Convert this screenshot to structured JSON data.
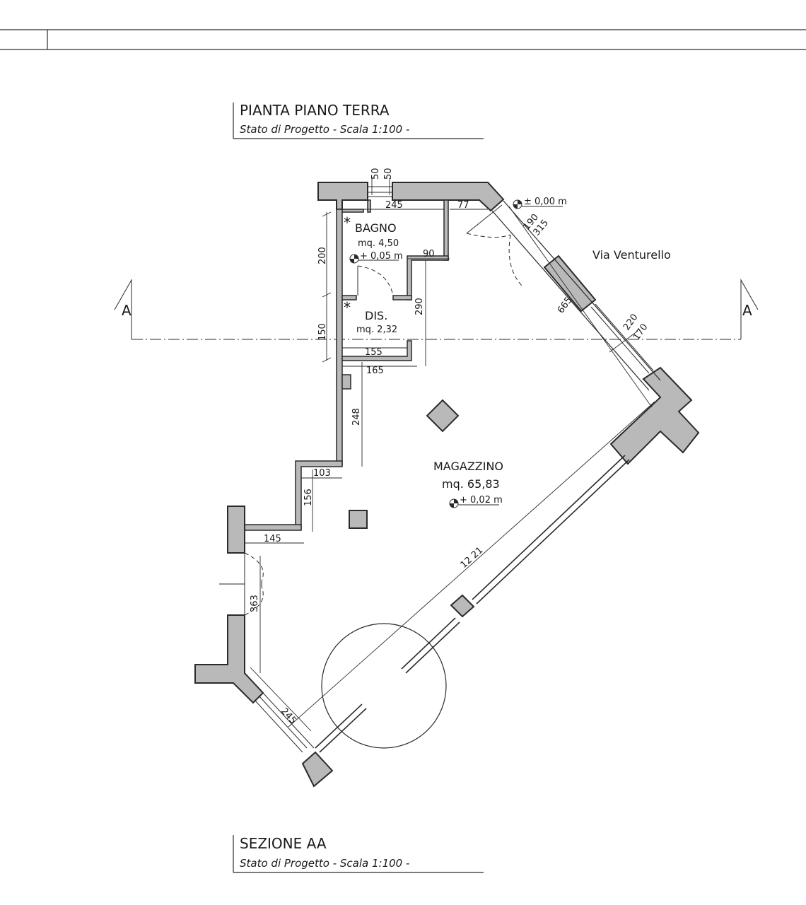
{
  "plan_title": {
    "title": "PIANTA PIANO TERRA",
    "subtitle": "Stato di Progetto - Scala 1:100 -"
  },
  "section_title": {
    "title": "SEZIONE AA",
    "subtitle": "Stato di Progetto - Scala 1:100 -"
  },
  "street_label": "Via Venturello",
  "section_marker_letter": "A",
  "rooms": {
    "bagno": {
      "name": "BAGNO",
      "area": "mq. 4,50",
      "level": "+ 0,05 m"
    },
    "dis": {
      "name": "DIS.",
      "area": "mq. 2,32"
    },
    "magazzino": {
      "name": "MAGAZZINO",
      "area": "mq. 65,83",
      "level": "+ 0,02 m"
    }
  },
  "entrance_level": "± 0,00 m",
  "dimensions": {
    "d_50a": "50",
    "d_50b": "50",
    "d_245_top": "245",
    "d_77": "77",
    "d_190": "190",
    "d_315": "315",
    "d_200": "200",
    "d_90": "90",
    "d_290": "290",
    "d_150": "150",
    "d_155": "155",
    "d_165": "165",
    "d_665": "665",
    "d_220": "220",
    "d_170": "170",
    "d_248": "248",
    "d_103": "103",
    "d_156": "156",
    "d_145": "145",
    "d_363": "363",
    "d_1221": "12 21",
    "d_245_bottom": "245"
  },
  "colors": {
    "wall_fill": "#b9b9b9",
    "line": "#2a2a2a"
  }
}
